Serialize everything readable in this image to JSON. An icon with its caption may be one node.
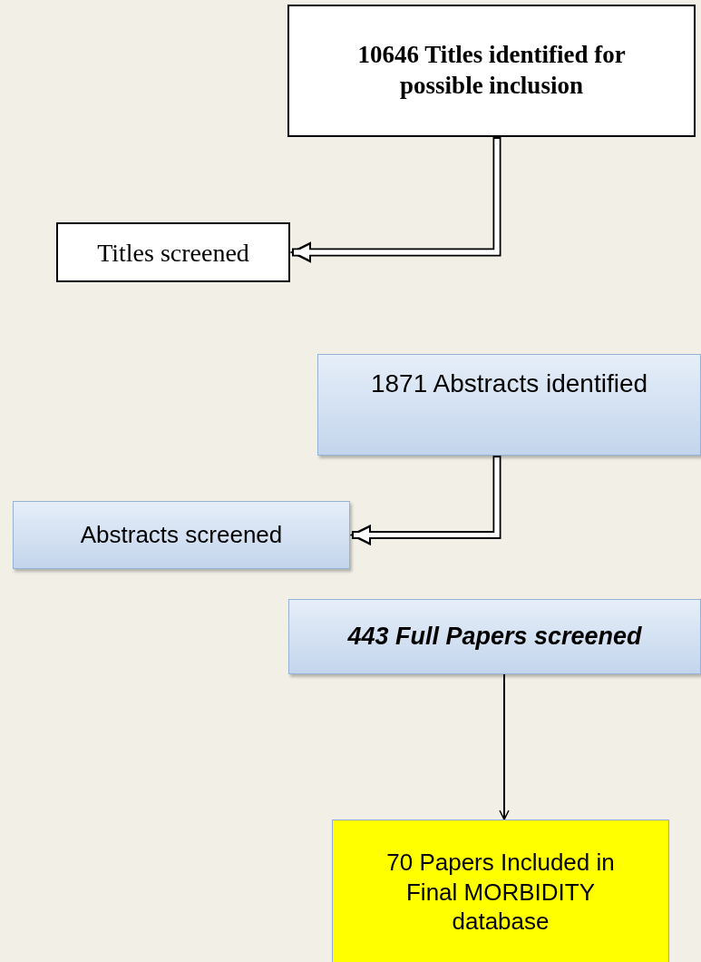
{
  "diagram": {
    "nodes": [
      {
        "text": [
          "10646 Titles identified for possible inclusion"
        ]
      },
      {
        "text": [
          "Titles screened"
        ]
      },
      {
        "text": [
          "1871 Abstracts identified"
        ]
      },
      {
        "text": [
          "Abstracts screened"
        ]
      },
      {
        "text": [
          "443 Full Papers screened"
        ]
      },
      {
        "text": [
          "70 Papers Included in Final MORBIDITY database"
        ]
      }
    ],
    "edges": [
      {
        "from": 0,
        "to": 1,
        "arrow": "to"
      },
      {
        "from": 0,
        "to": 2,
        "arrow": "to"
      },
      {
        "from": 2,
        "to": 3,
        "arrow": "to"
      },
      {
        "from": 2,
        "to": 4,
        "arrow": "to"
      },
      {
        "from": 4,
        "to": 5,
        "arrow": "to"
      }
    ]
  }
}
